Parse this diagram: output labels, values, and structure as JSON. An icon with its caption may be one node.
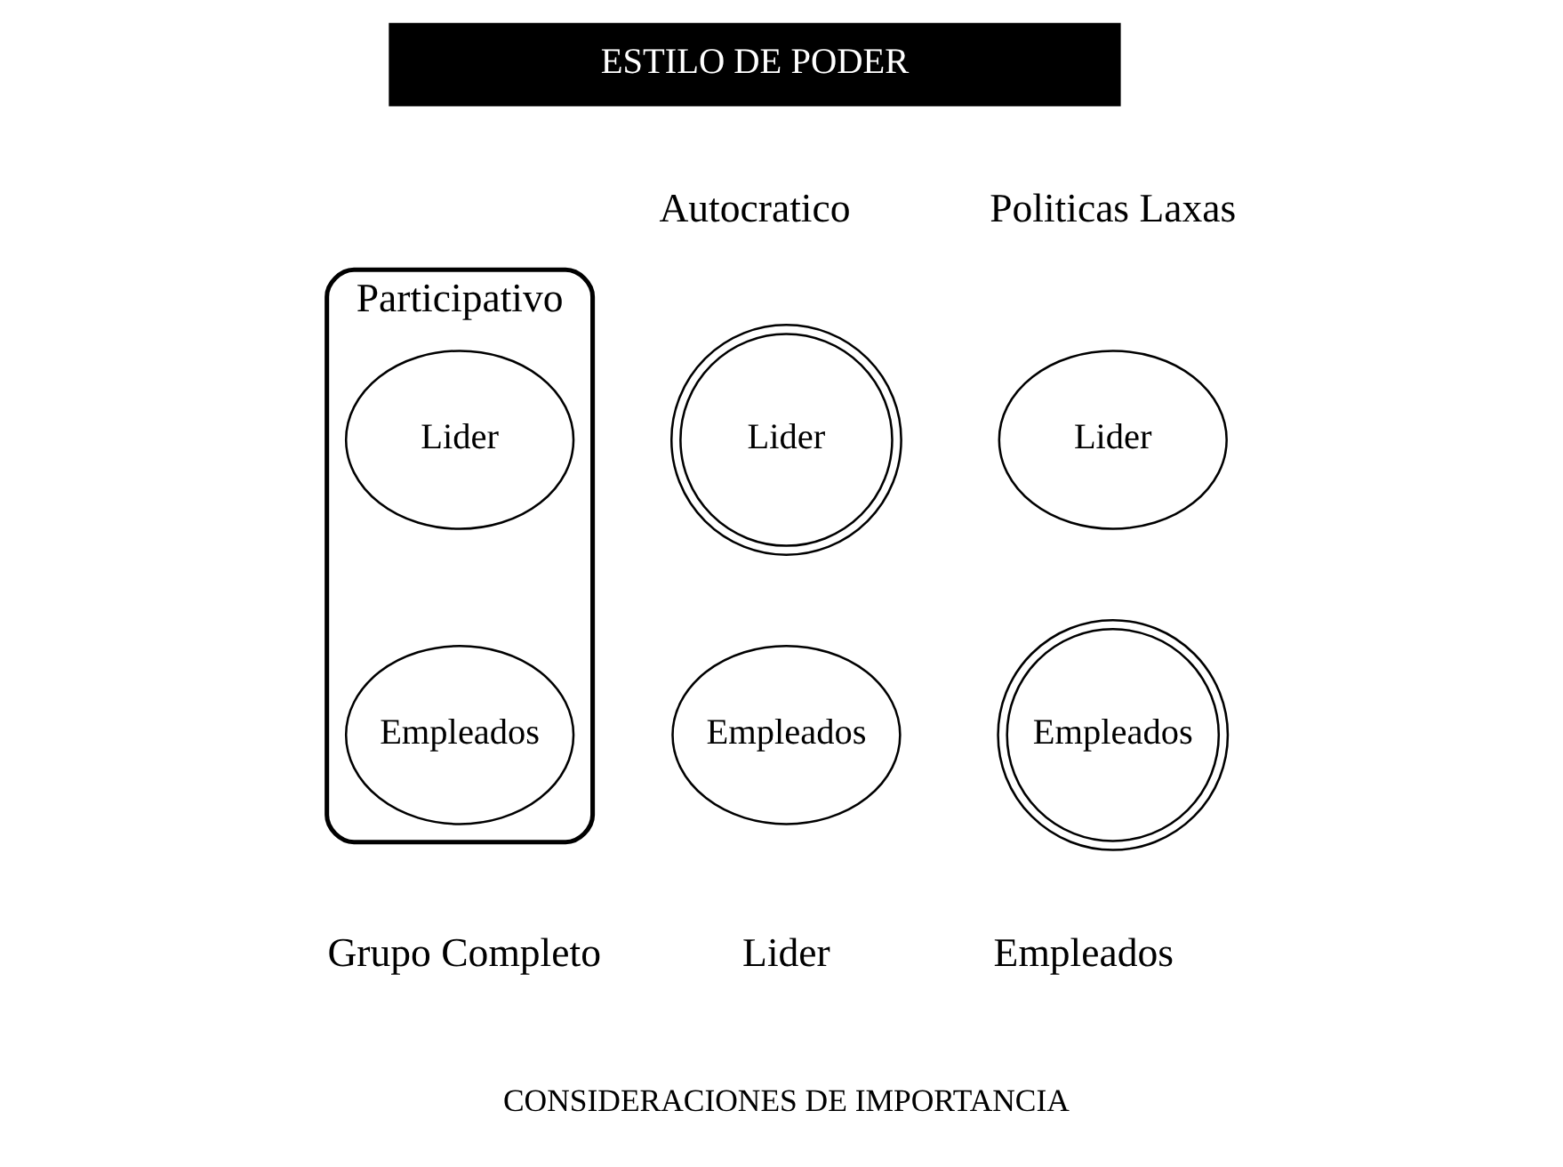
{
  "diagram": {
    "nodes": [
      {
        "text": [
          "ESTILO DE PODER"
        ]
      },
      {
        "text": [
          "Lider"
        ]
      },
      {
        "text": [
          "Empleados"
        ]
      },
      {
        "text": [
          "Participativo"
        ]
      },
      {
        "text": [
          "Lider"
        ],
        "in": 3
      },
      {
        "text": [
          "Empleados"
        ],
        "in": 3
      },
      {
        "text": [
          "Lider"
        ]
      },
      {
        "text": [
          "Empleados"
        ]
      }
    ],
    "labels": [
      "Autocratico",
      "Politicas Laxas",
      "Lider",
      "Grupo Completo",
      "Empleados",
      "CONSIDERACIONES DE IMPORTANCIA"
    ]
  }
}
